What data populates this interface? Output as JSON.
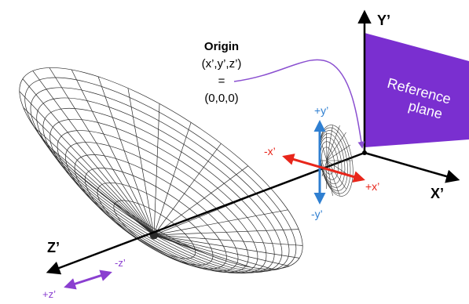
{
  "labels": {
    "origin_title": "Origin",
    "origin_coords_label": "(x’,y’,z’)",
    "origin_equals": "=",
    "origin_value": "(0,0,0)",
    "reference_plane_line1": "Reference",
    "reference_plane_line2": "plane",
    "axis_y": "Y’",
    "axis_x": "X’",
    "axis_z": "Z’",
    "plus_y": "+y’",
    "minus_y": "-y’",
    "plus_x": "+x’",
    "minus_x": "-x’",
    "plus_z": "+z’",
    "minus_z": "-z’"
  },
  "colors": {
    "plane_fill": "#7a2fd0",
    "plane_text": "#ffffff",
    "y_arrow": "#2f7fd1",
    "x_arrow": "#e8261b",
    "z_arrow": "#8a3fd0",
    "axis": "#000000",
    "leader": "#8a4fd0",
    "mesh": "#2a2a2a"
  }
}
